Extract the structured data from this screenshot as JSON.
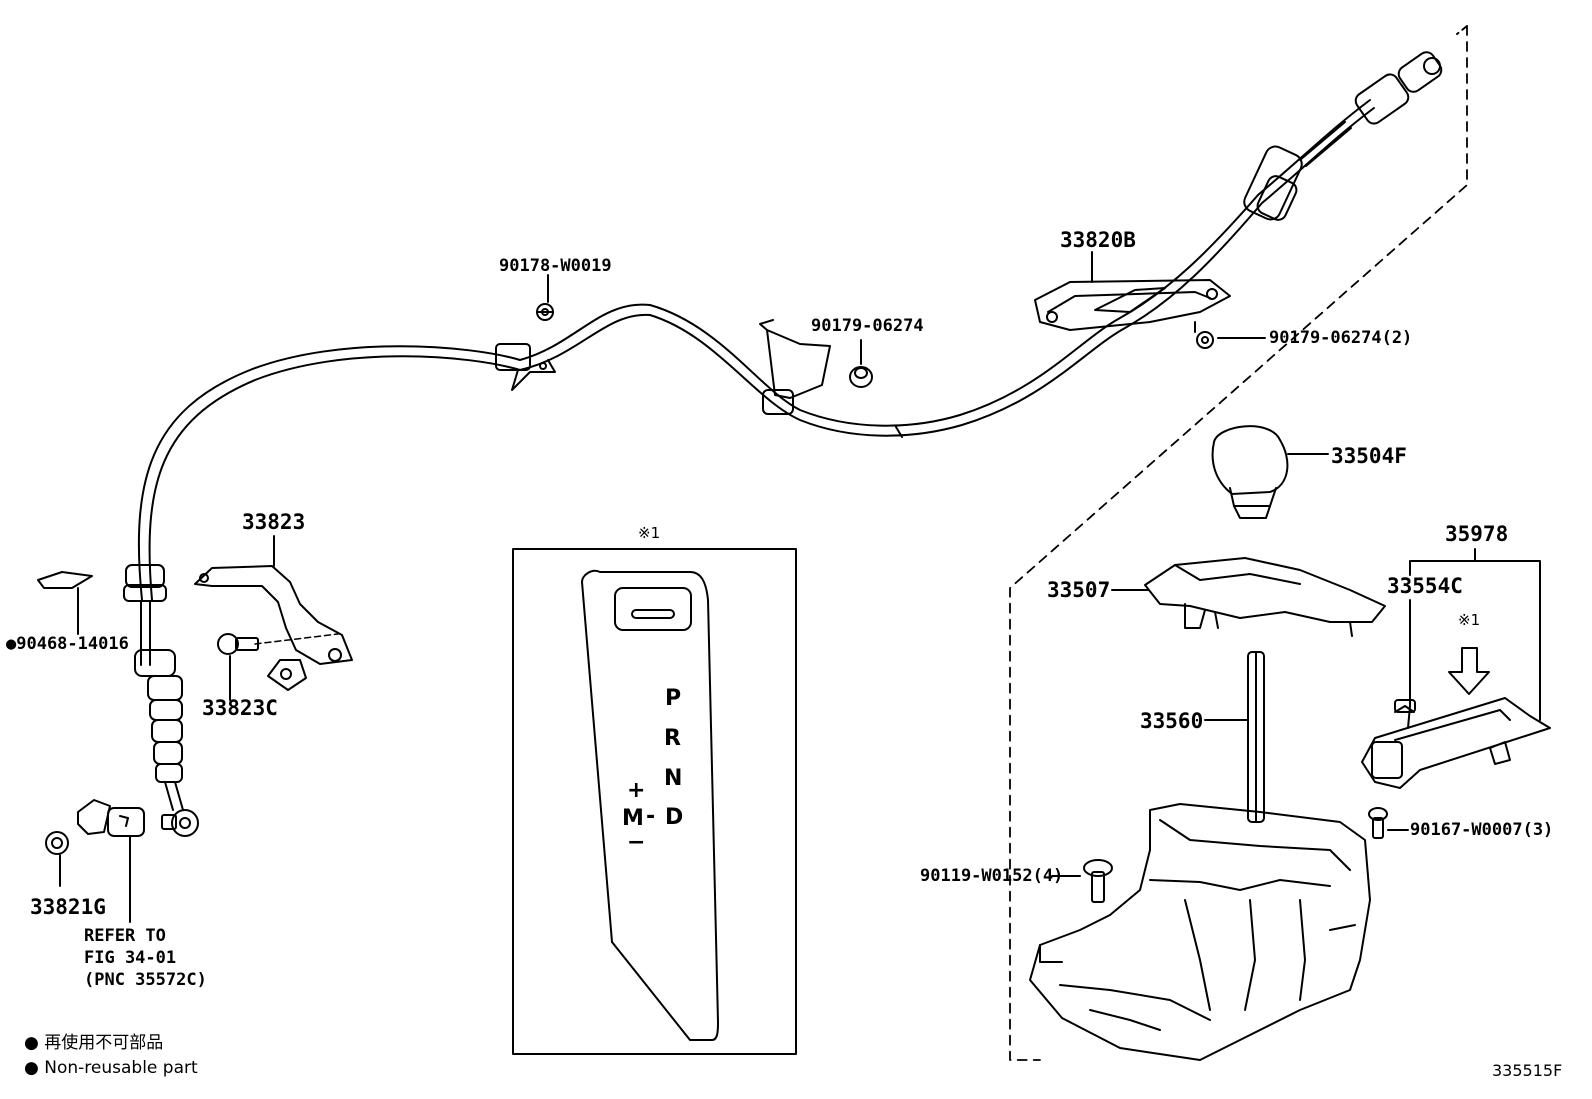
{
  "figure": {
    "code": "335515F",
    "inset_marker": "※1",
    "arrow_marker": "※1"
  },
  "legend": {
    "marker": "●",
    "line_jp": "再使用不可部品",
    "line_en": "Non-reusable part"
  },
  "parts": {
    "p33820B": "33820B",
    "p90178_W0019": "90178-W0019",
    "p90179_06274": "90179-06274",
    "p90179_06274_2": "90179-06274(2)",
    "p33504F": "33504F",
    "p35978": "35978",
    "p33507": "33507",
    "p33554C": "33554C",
    "p33560": "33560",
    "p90167_W0007_3": "90167-W0007(3)",
    "p90119_W0152_4": "90119-W0152(4)",
    "p33823": "33823",
    "p33823C": "33823C",
    "p90468_14016": "●90468-14016",
    "p33821G": "33821G"
  },
  "reference": {
    "line1": "REFER TO",
    "line2": "FIG 34-01",
    "line3": "(PNC 35572C)"
  },
  "shift_panel": {
    "p": "P",
    "r": "R",
    "n": "N",
    "d": "D",
    "plus": "+",
    "m": "M",
    "minus": "−",
    "dash": "-"
  }
}
